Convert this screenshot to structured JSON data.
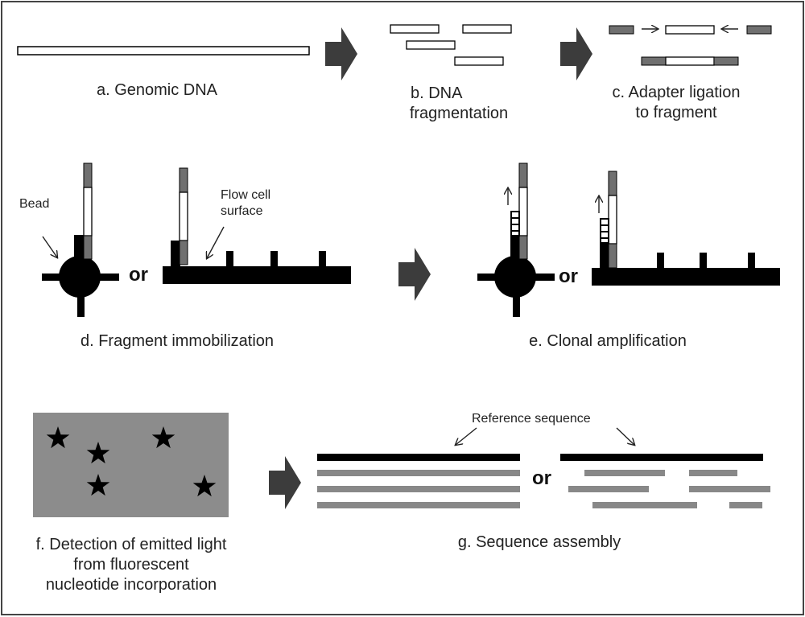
{
  "captions": {
    "a": "a. Genomic DNA",
    "b_line1": "b. DNA",
    "b_line2": "fragmentation",
    "c_line1": "c. Adapter ligation",
    "c_line2": "to fragment",
    "d": "d. Fragment immobilization",
    "e": "e. Clonal amplification",
    "f_line1": "f. Detection of emitted light",
    "f_line2": "from fluorescent",
    "f_line3": "nucleotide incorporation",
    "g": "g. Sequence assembly"
  },
  "labels": {
    "bead": "Bead",
    "flow_cell_line1": "Flow cell",
    "flow_cell_line2": "surface",
    "reference_sequence": "Reference sequence"
  },
  "or_text": "or",
  "colors": {
    "dark": "#000000",
    "adapter": "#707070",
    "detection_panel": "#8c8c8c",
    "arrow": "#3c3c3c",
    "reads": "#888888"
  }
}
